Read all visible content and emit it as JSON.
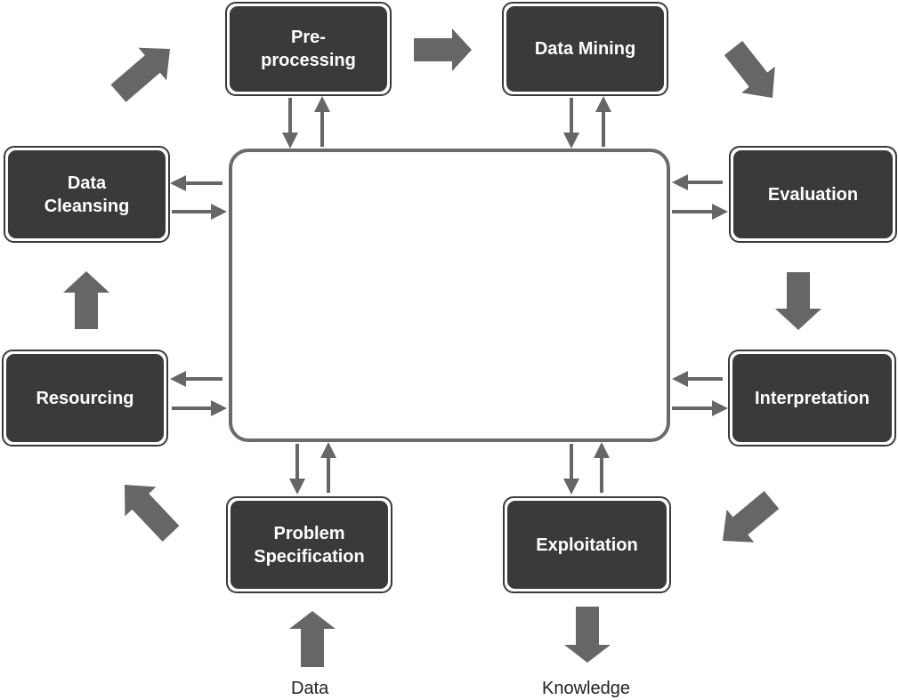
{
  "colors": {
    "node_fill": "#3a3a3a",
    "arrow": "#666666",
    "hub_border": "#6b6b6b",
    "text_light": "#ffffff",
    "text_dark": "#222222"
  },
  "nodes": {
    "preprocessing": {
      "line1": "Pre-",
      "line2": "processing"
    },
    "data_mining": {
      "line1": "Data Mining"
    },
    "data_cleansing": {
      "line1": "Data",
      "line2": "Cleansing"
    },
    "evaluation": {
      "line1": "Evaluation"
    },
    "resourcing": {
      "line1": "Resourcing"
    },
    "interpretation": {
      "line1": "Interpretation"
    },
    "problem_specification": {
      "line1": "Problem",
      "line2": "Specification"
    },
    "exploitation": {
      "line1": "Exploitation"
    }
  },
  "io": {
    "input": "Data",
    "output": "Knowledge"
  }
}
